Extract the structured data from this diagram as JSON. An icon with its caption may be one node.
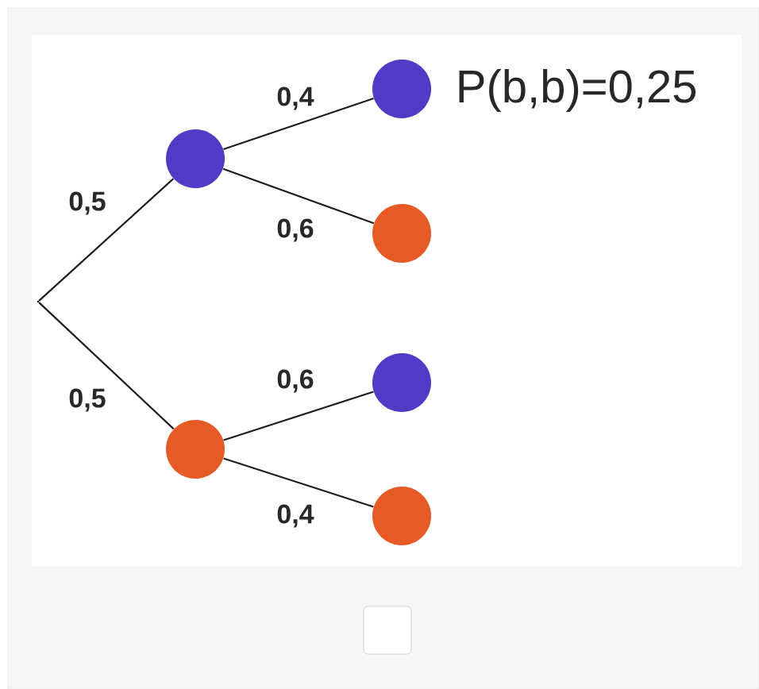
{
  "diagram": {
    "nodes": [
      {
        "text": [],
        "shape": "point"
      },
      {
        "text": [],
        "shape": "circle"
      },
      {
        "text": [],
        "shape": "circle",
        "beside": [
          "P(b,b)=0,25"
        ]
      },
      {
        "text": [],
        "shape": "circle"
      },
      {
        "text": [],
        "shape": "circle"
      },
      {
        "text": [],
        "shape": "circle"
      },
      {
        "text": [],
        "shape": "circle"
      }
    ],
    "edges": [
      {
        "from": 0,
        "to": 1,
        "arrow": "none",
        "label": "0,5"
      },
      {
        "from": 0,
        "to": 4,
        "arrow": "none",
        "label": "0,5"
      },
      {
        "from": 1,
        "to": 2,
        "arrow": "none",
        "label": "0,4"
      },
      {
        "from": 1,
        "to": 3,
        "arrow": "none",
        "label": "0,6"
      },
      {
        "from": 4,
        "to": 5,
        "arrow": "none",
        "label": "0,6"
      },
      {
        "from": 4,
        "to": 6,
        "arrow": "none",
        "label": "0,4"
      }
    ]
  }
}
